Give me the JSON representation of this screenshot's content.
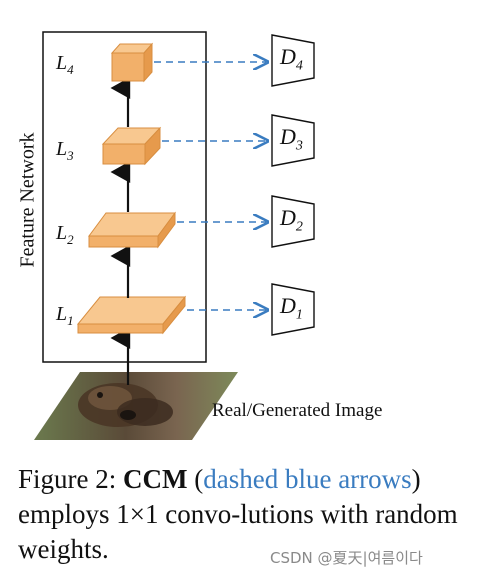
{
  "diagram": {
    "network_label": "Feature Network",
    "layers": [
      {
        "name": "L",
        "sub": "1"
      },
      {
        "name": "L",
        "sub": "2"
      },
      {
        "name": "L",
        "sub": "3"
      },
      {
        "name": "L",
        "sub": "4"
      }
    ],
    "discriminators": [
      {
        "name": "D",
        "sub": "1"
      },
      {
        "name": "D",
        "sub": "2"
      },
      {
        "name": "D",
        "sub": "3"
      },
      {
        "name": "D",
        "sub": "4"
      }
    ],
    "input_label": "Real/Generated Image"
  },
  "caption": {
    "prefix": "Figure 2: ",
    "bold": "CCM",
    "paren_open": " (",
    "blue": "dashed blue arrows",
    "rest": ") employs 1×1 convo-lutions with random weights."
  },
  "watermark": "CSDN @夏天|여름이다",
  "colors": {
    "block_top": "#f8c890",
    "block_front": "#f2b06a",
    "block_side": "#e69a4c",
    "dashed_arrow": "#3a7cc0",
    "caption_blue": "#3a7cc0"
  }
}
